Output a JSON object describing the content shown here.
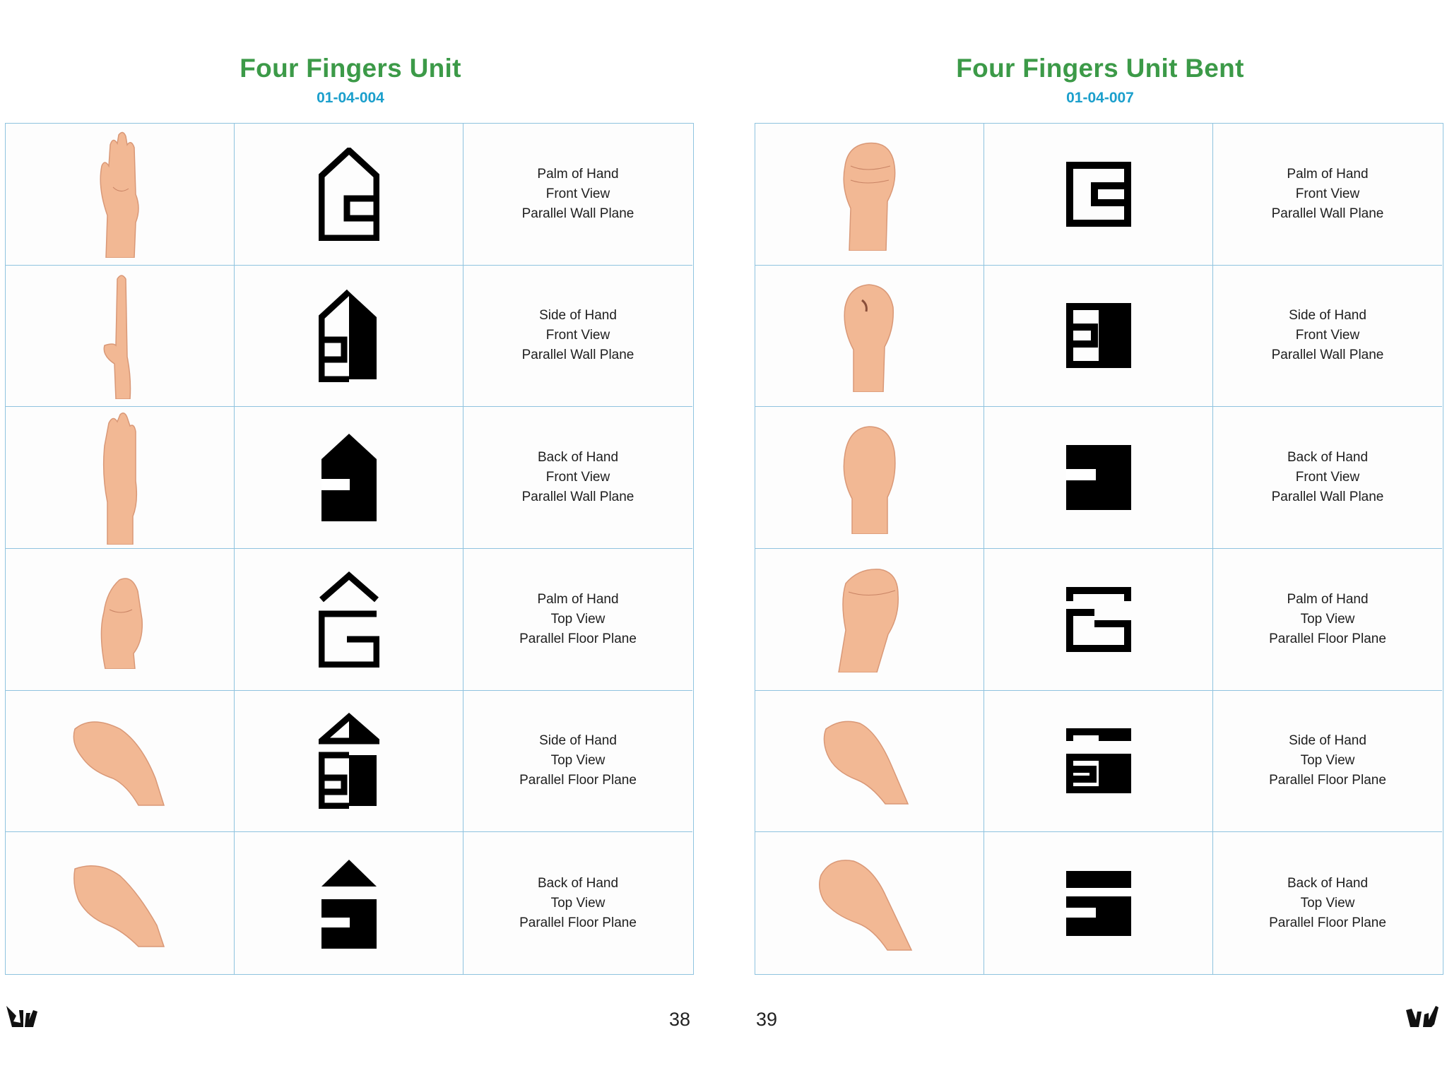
{
  "pages": [
    {
      "title": "Four Fingers Unit",
      "code": "01-04-004",
      "page_number": "38",
      "rows": [
        {
          "hand": "four-fingers-palm-front-photo",
          "symbol": "palm-front-symbol",
          "lines": [
            "Palm of Hand",
            "Front View",
            "Parallel Wall Plane"
          ]
        },
        {
          "hand": "four-fingers-side-front-photo",
          "symbol": "side-front-symbol",
          "lines": [
            "Side of Hand",
            "Front View",
            "Parallel Wall Plane"
          ]
        },
        {
          "hand": "four-fingers-back-front-photo",
          "symbol": "back-front-symbol",
          "lines": [
            "Back of Hand",
            "Front View",
            "Parallel Wall Plane"
          ]
        },
        {
          "hand": "four-fingers-palm-top-photo",
          "symbol": "palm-top-symbol",
          "lines": [
            "Palm of Hand",
            "Top View",
            "Parallel Floor Plane"
          ]
        },
        {
          "hand": "four-fingers-side-top-photo",
          "symbol": "side-top-symbol",
          "lines": [
            "Side of Hand",
            "Top View",
            "Parallel Floor Plane"
          ]
        },
        {
          "hand": "four-fingers-back-top-photo",
          "symbol": "back-top-symbol",
          "lines": [
            "Back of Hand",
            "Top View",
            "Parallel Floor Plane"
          ]
        }
      ]
    },
    {
      "title": "Four Fingers Unit Bent",
      "code": "01-04-007",
      "page_number": "39",
      "rows": [
        {
          "hand": "fist-palm-front-photo",
          "symbol": "bent-palm-front-symbol",
          "lines": [
            "Palm of Hand",
            "Front View",
            "Parallel Wall Plane"
          ]
        },
        {
          "hand": "fist-side-front-photo",
          "symbol": "bent-side-front-symbol",
          "lines": [
            "Side of Hand",
            "Front View",
            "Parallel Wall Plane"
          ]
        },
        {
          "hand": "fist-back-front-photo",
          "symbol": "bent-back-front-symbol",
          "lines": [
            "Back of Hand",
            "Front View",
            "Parallel Wall Plane"
          ]
        },
        {
          "hand": "fist-palm-top-photo",
          "symbol": "bent-palm-top-symbol",
          "lines": [
            "Palm of Hand",
            "Top View",
            "Parallel Floor Plane"
          ]
        },
        {
          "hand": "fist-side-top-photo",
          "symbol": "bent-side-top-symbol",
          "lines": [
            "Side of Hand",
            "Top View",
            "Parallel Floor Plane"
          ]
        },
        {
          "hand": "fist-back-top-photo",
          "symbol": "bent-back-top-symbol",
          "lines": [
            "Back of Hand",
            "Top View",
            "Parallel Floor Plane"
          ]
        }
      ]
    }
  ],
  "colors": {
    "title": "#3c9a48",
    "code": "#1b9fcc",
    "grid": "#8fc3df",
    "skin": "#f2b894",
    "symbol": "#000000"
  },
  "footer_logo": "signwriting-hands-logo-icon"
}
